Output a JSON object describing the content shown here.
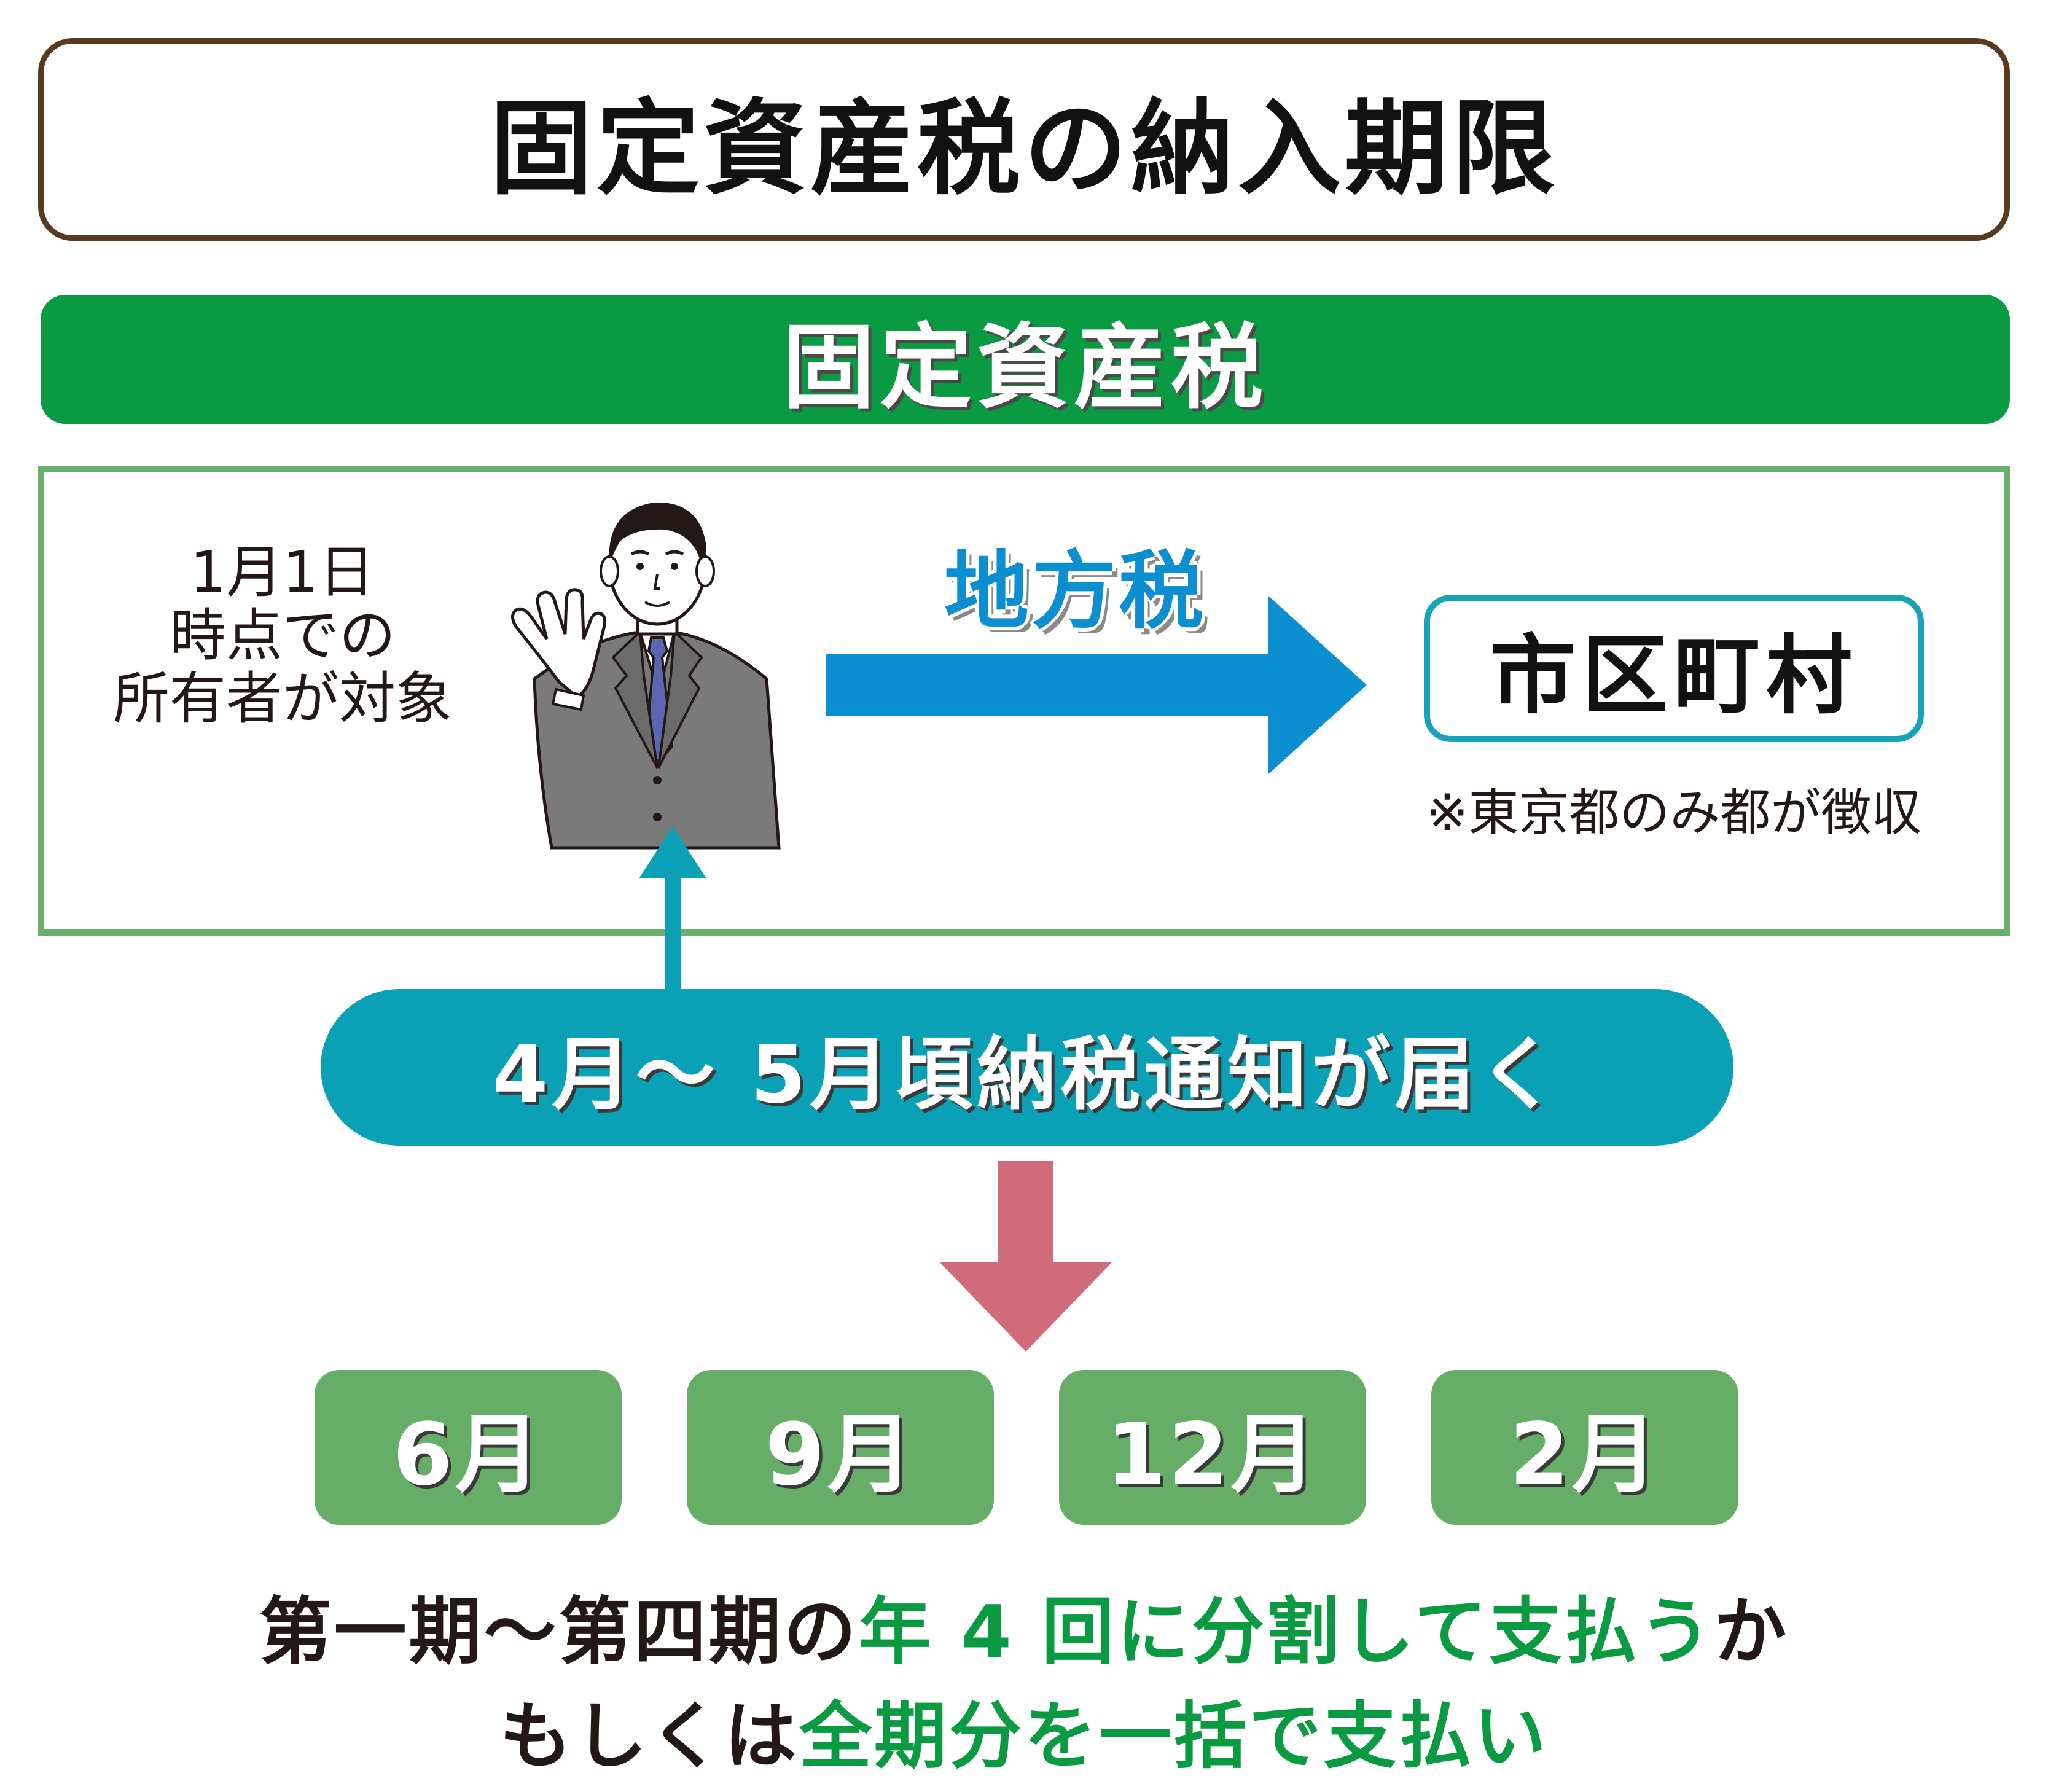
{
  "title": "固定資産税の納入期限",
  "section": {
    "label": "固定資産税"
  },
  "target": {
    "line1": "1月1日",
    "line2": "時点での",
    "line3": "所有者が対象"
  },
  "tax_type": "地方税",
  "municipality": {
    "label": "市区町村",
    "note": "※東京都のみ都が徴収"
  },
  "notice": "4月～ 5月頃納税通知が届く",
  "months": [
    "6月",
    "9月",
    "12月",
    "2月"
  ],
  "summary": {
    "line1_a": "第一期～第四期の",
    "line1_b": "年 4 回に分割して支払う",
    "line1_c": "か",
    "line2_a": "もしくは",
    "line2_b": "全期分を一括で支払い"
  },
  "colors": {
    "title_border": "#5a3a1e",
    "section_green": "#0a9a41",
    "panel_border": "#6aaf6c",
    "arrow_blue": "#0b8fd0",
    "teal": "#0aa1b6",
    "arrow_pink": "#d06b7a",
    "month_green": "#66ad68"
  },
  "icons": {
    "person": "businessman-waving-icon",
    "right_arrow": "arrow-right-icon",
    "up_arrow": "arrow-up-icon",
    "down_arrow": "arrow-down-icon"
  }
}
